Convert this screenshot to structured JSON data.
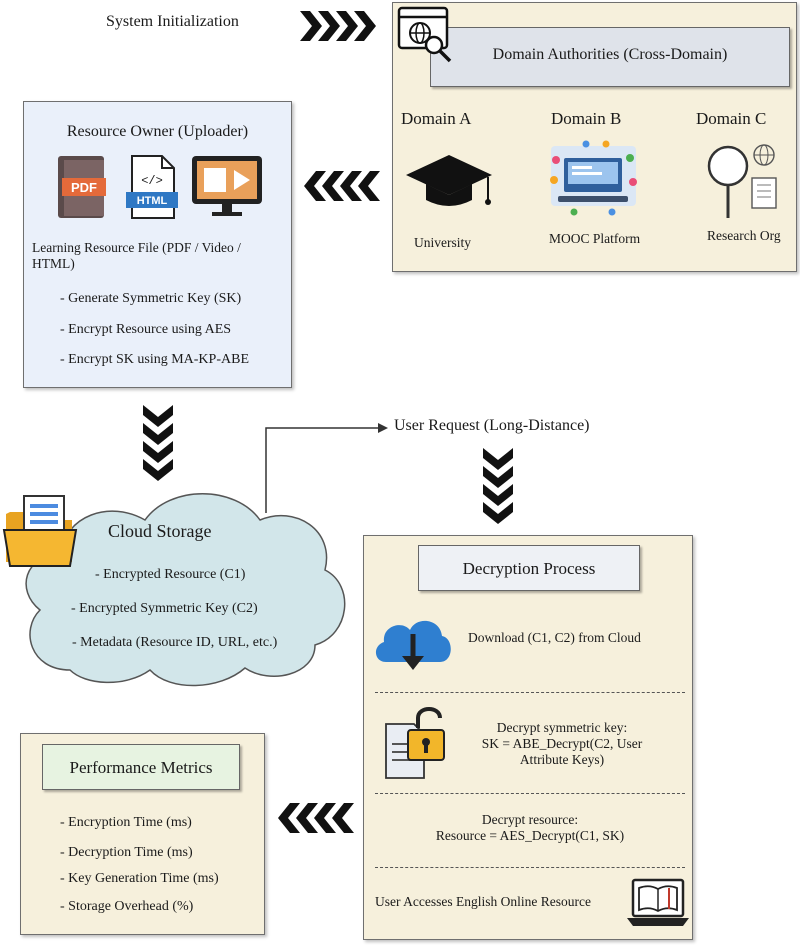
{
  "header": {
    "system_init": "System Initialization"
  },
  "domains": {
    "title": "Domain Authorities (Cross-Domain)",
    "items": [
      {
        "name": "Domain A",
        "caption": "University",
        "icon": "graduation-cap-icon"
      },
      {
        "name": "Domain B",
        "caption": "MOOC Platform",
        "icon": "mooc-dashboard-icon"
      },
      {
        "name": "Domain C",
        "caption": "Research Org",
        "icon": "magnifier-research-icon"
      }
    ]
  },
  "owner": {
    "title": "Resource Owner (Uploader)",
    "file_icons": [
      "PDF",
      "HTML",
      "video-screen-icon"
    ],
    "file_text": "Learning Resource File (PDF / Video / HTML)",
    "steps": [
      "- Generate Symmetric Key (SK)",
      "- Encrypt Resource using AES",
      "- Encrypt SK using MA-KP-ABE"
    ]
  },
  "cloud": {
    "title": "Cloud Storage",
    "items": [
      "- Encrypted Resource (C1)",
      "- Encrypted Symmetric Key (C2)",
      "- Metadata (Resource ID, URL, etc.)"
    ]
  },
  "request": {
    "label": "User Request (Long-Distance)"
  },
  "decryption": {
    "title": "Decryption Process",
    "steps": [
      {
        "text": "Download (C1, C2) from Cloud",
        "icon": "cloud-download-icon"
      },
      {
        "text": "Decrypt symmetric key:\nSK = ABE_Decrypt(C2, User\nAttribute Keys)",
        "icon": "unlock-document-icon"
      },
      {
        "text": "Decrypt resource:\nResource = AES_Decrypt(C1, SK)",
        "icon": ""
      },
      {
        "text": "User Accesses English Online Resource",
        "icon": "laptop-book-icon"
      }
    ]
  },
  "metrics": {
    "title": "Performance Metrics",
    "items": [
      "- Encryption Time (ms)",
      "- Decryption Time (ms)",
      "- Key Generation Time (ms)",
      "- Storage Overhead (%)"
    ]
  },
  "colors": {
    "cream": "#f6f0dc",
    "light_blue": "#eaf0fa",
    "light_green": "#e7f3e1",
    "chevron": "#111111"
  }
}
